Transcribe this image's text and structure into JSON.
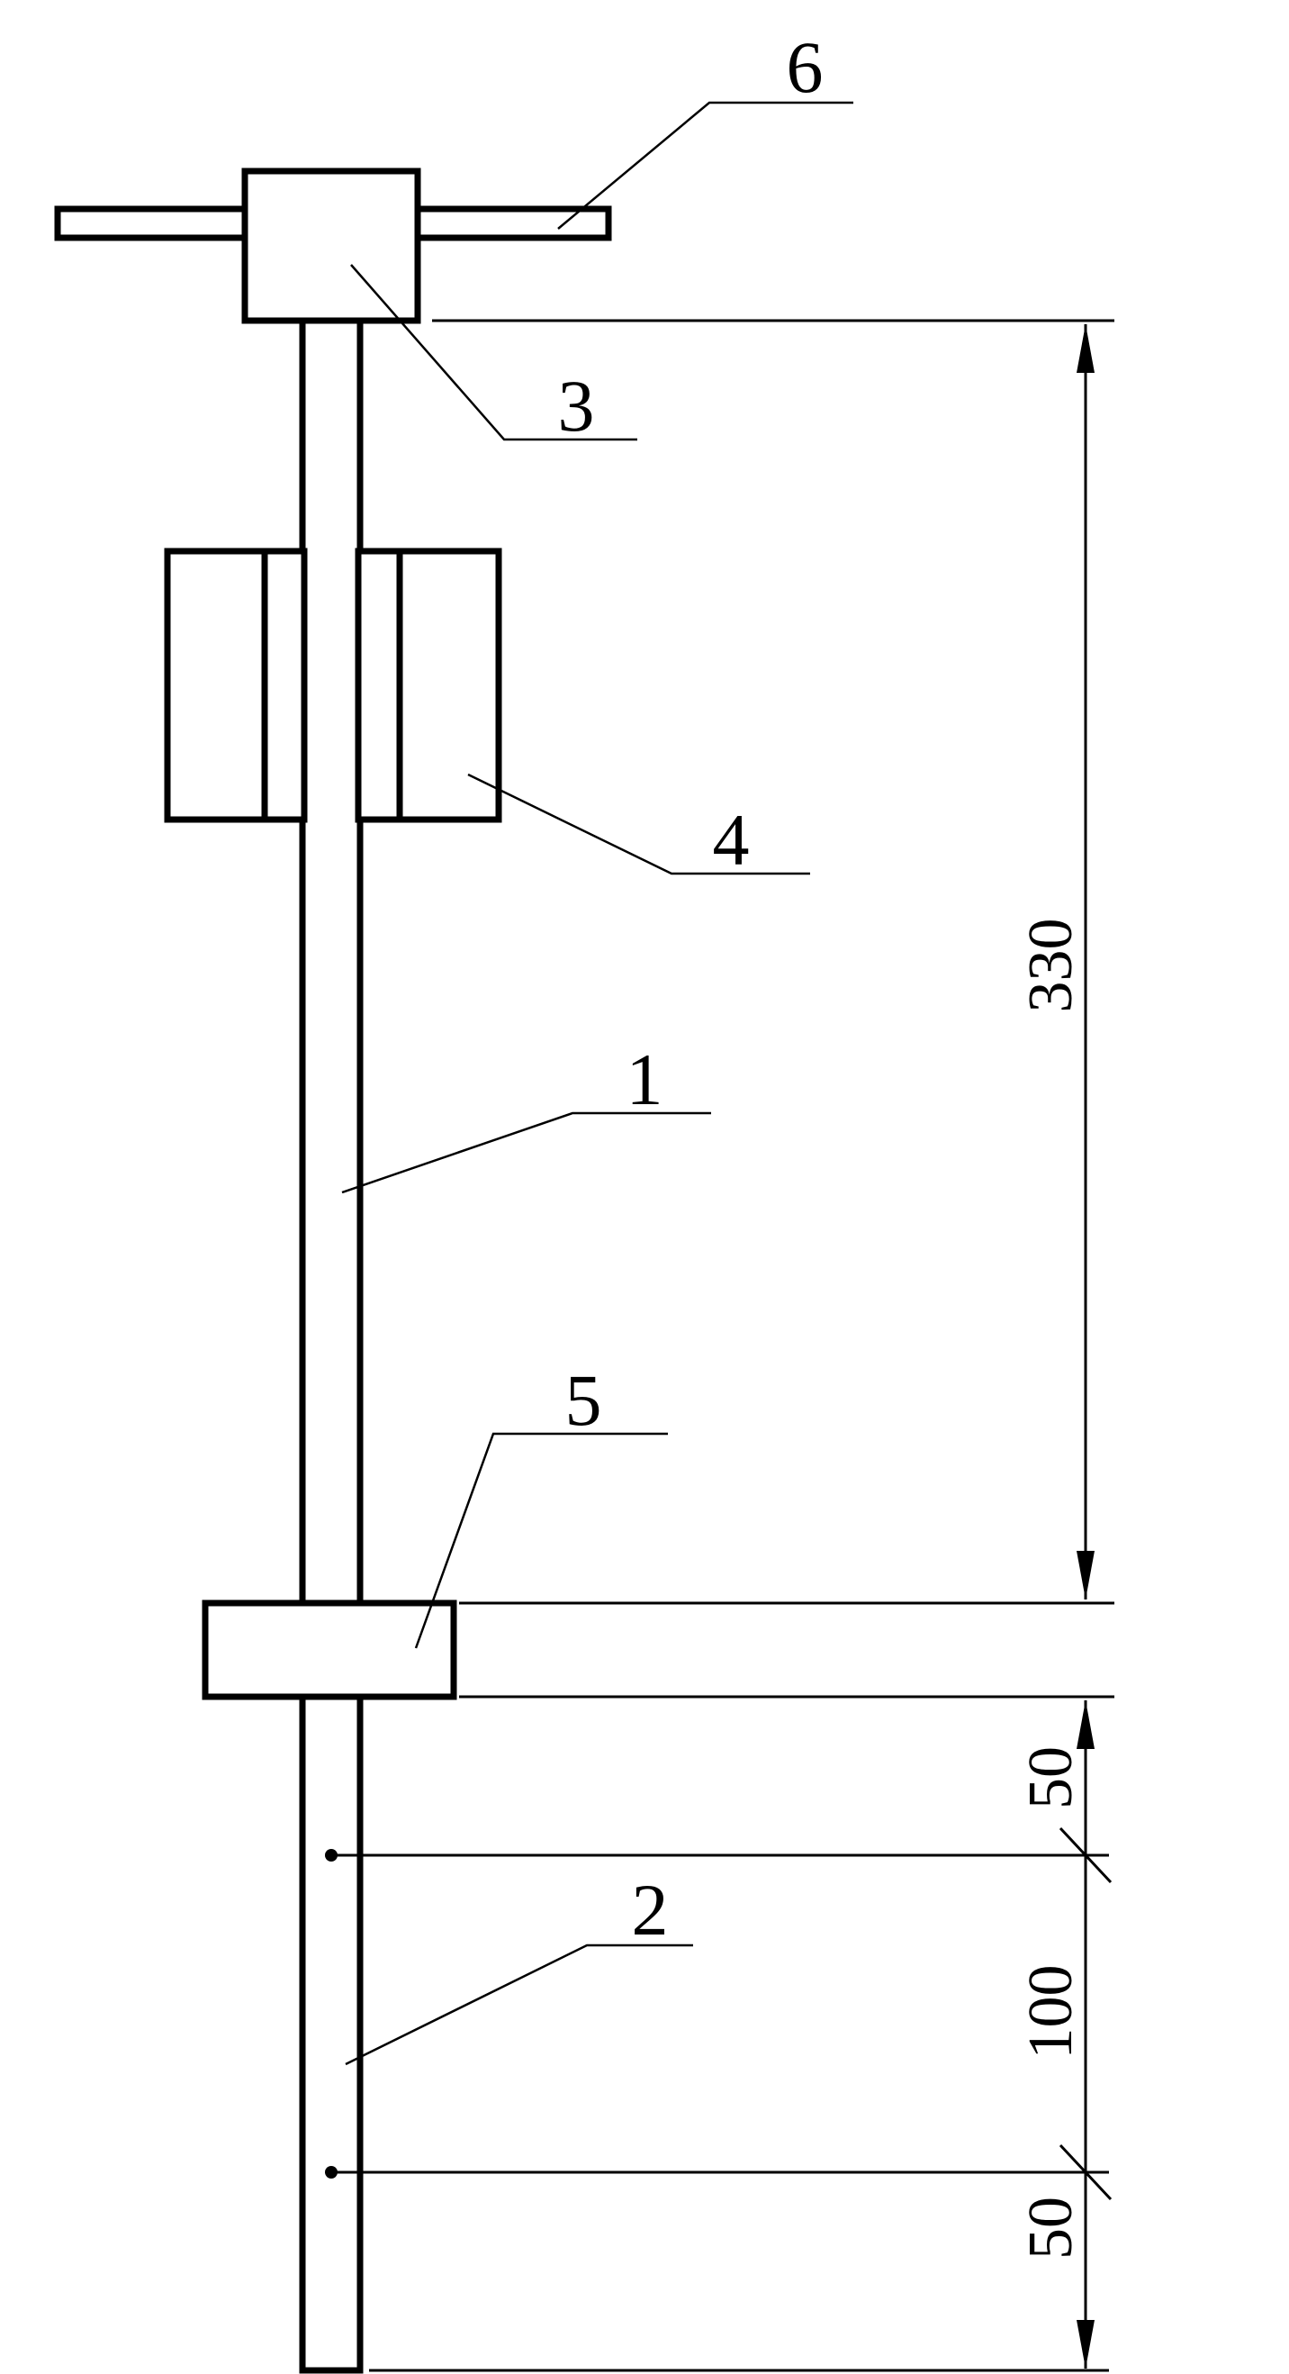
{
  "callouts": {
    "rod_1": "1",
    "rod_2": "2",
    "head_3": "3",
    "weight_4": "4",
    "collar_5": "5",
    "handle_6": "6"
  },
  "dimensions": {
    "upper_length": "330",
    "lower_top": "50",
    "lower_middle": "100",
    "lower_bottom": "50"
  }
}
